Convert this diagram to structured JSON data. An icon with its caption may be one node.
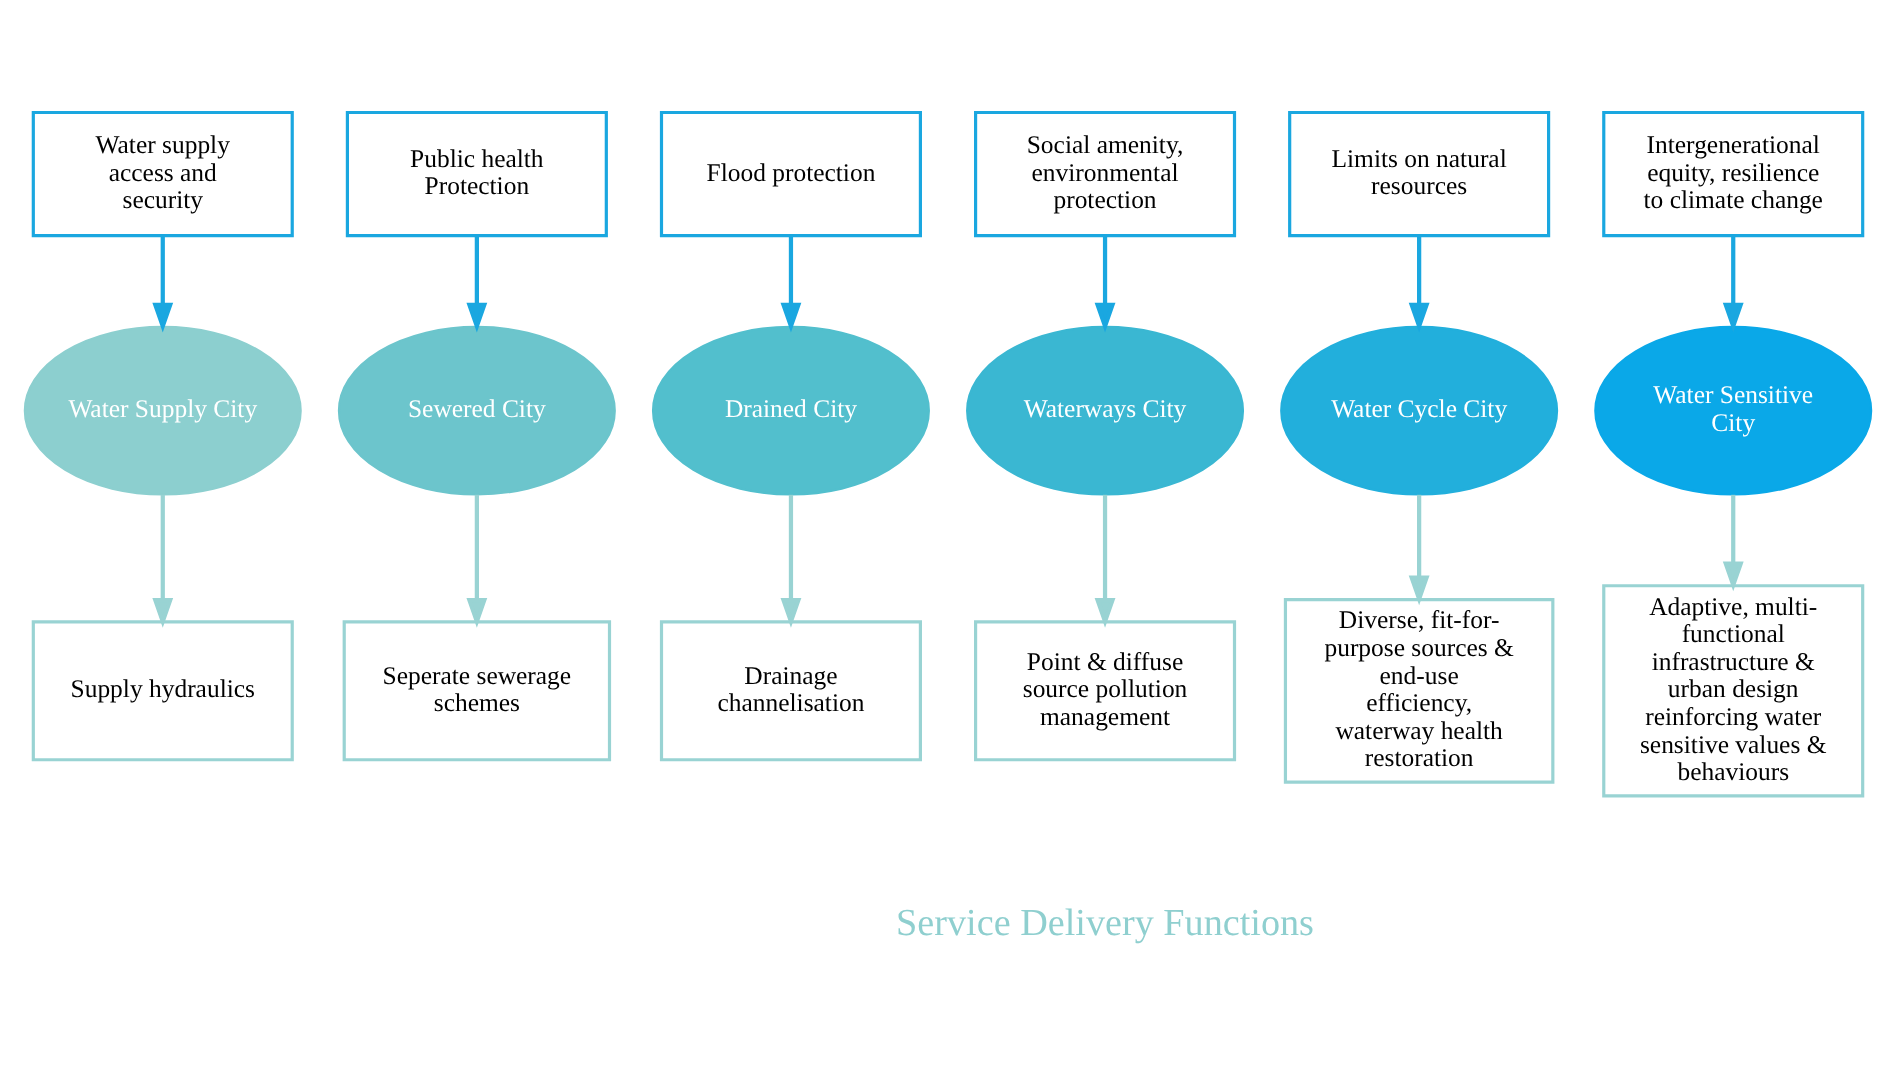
{
  "diagram": {
    "nodes": [
      {
        "text": [
          "Water supply access and security"
        ]
      },
      {
        "text": [
          "Public health Protection"
        ]
      },
      {
        "text": [
          "Flood protection"
        ]
      },
      {
        "text": [
          "Social amenity, environmental protection"
        ]
      },
      {
        "text": [
          "Limits on natural resources"
        ]
      },
      {
        "text": [
          "Intergenerational equity, resilience to climate change"
        ]
      },
      {
        "text": [
          "Water Supply City"
        ]
      },
      {
        "text": [
          "Sewered City"
        ]
      },
      {
        "text": [
          "Drained City"
        ]
      },
      {
        "text": [
          "Waterways City"
        ]
      },
      {
        "text": [
          "Water Cycle City"
        ]
      },
      {
        "text": [
          "Water Sensitive City"
        ]
      },
      {
        "text": [
          "Supply hydraulics"
        ]
      },
      {
        "text": [
          "Seperate sewerage schemes"
        ]
      },
      {
        "text": [
          "Drainage channelisation"
        ]
      },
      {
        "text": [
          "Point & diffuse source pollution management"
        ]
      },
      {
        "text": [
          "Diverse, fit-for-purpose sources & end-use efficiency, waterway health restoration"
        ]
      },
      {
        "text": [
          "Adaptive, multi-functional infrastructure & urban design reinforcing water sensitive values & behaviours"
        ]
      }
    ],
    "edges": [
      {
        "from": 0,
        "to": 6,
        "arrow": "to"
      },
      {
        "from": 1,
        "to": 7,
        "arrow": "to"
      },
      {
        "from": 2,
        "to": 8,
        "arrow": "to"
      },
      {
        "from": 3,
        "to": 9,
        "arrow": "to"
      },
      {
        "from": 4,
        "to": 10,
        "arrow": "to"
      },
      {
        "from": 5,
        "to": 11,
        "arrow": "to"
      },
      {
        "from": 6,
        "to": 12,
        "arrow": "to",
        "color": "#99d3d3"
      },
      {
        "from": 7,
        "to": 13,
        "arrow": "to",
        "color": "#99d3d3"
      },
      {
        "from": 8,
        "to": 14,
        "arrow": "to",
        "color": "#99d3d3"
      },
      {
        "from": 9,
        "to": 15,
        "arrow": "to",
        "color": "#99d3d3"
      },
      {
        "from": 10,
        "to": 16,
        "arrow": "to",
        "color": "#99d3d3"
      },
      {
        "from": 11,
        "to": 17,
        "arrow": "to",
        "color": "#99d3d3"
      }
    ],
    "labels": [
      "Service Delivery Functions"
    ]
  }
}
